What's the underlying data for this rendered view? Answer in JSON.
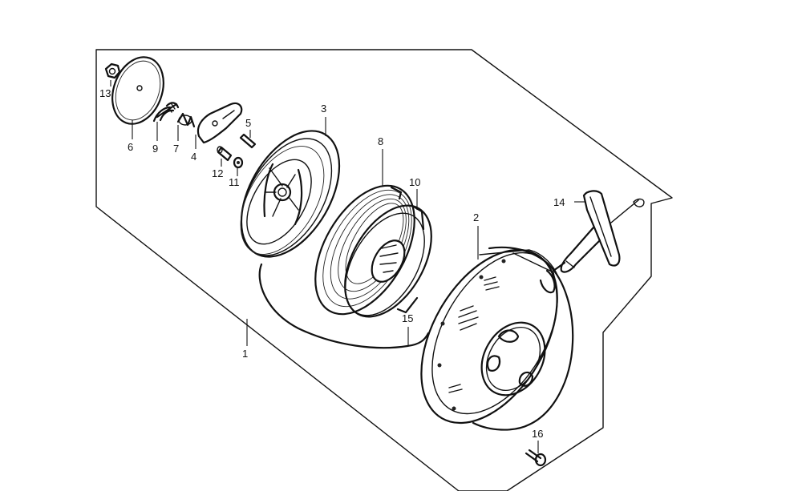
{
  "callouts": {
    "c1": "1",
    "c2": "2",
    "c3": "3",
    "c4": "4",
    "c5": "5",
    "c6": "6",
    "c7": "7",
    "c8": "8",
    "c9": "9",
    "c10": "10",
    "c11": "11",
    "c12": "12",
    "c13": "13",
    "c14": "14",
    "c15": "15",
    "c16": "16"
  },
  "colors": {
    "line": "#111111",
    "background": "#ffffff"
  }
}
